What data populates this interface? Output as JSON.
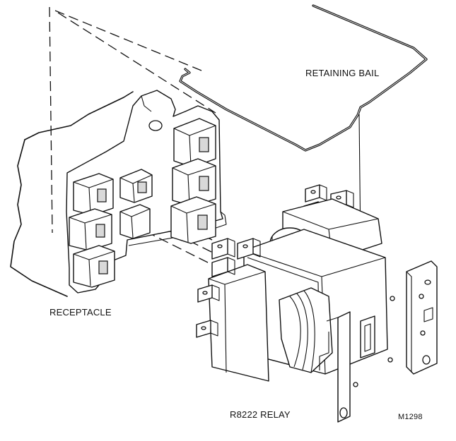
{
  "labels": {
    "retaining_bail": "RETAINING BAIL",
    "receptacle": "RECEPTACLE",
    "relay": "R8222 RELAY",
    "figure_id": "M1298"
  }
}
